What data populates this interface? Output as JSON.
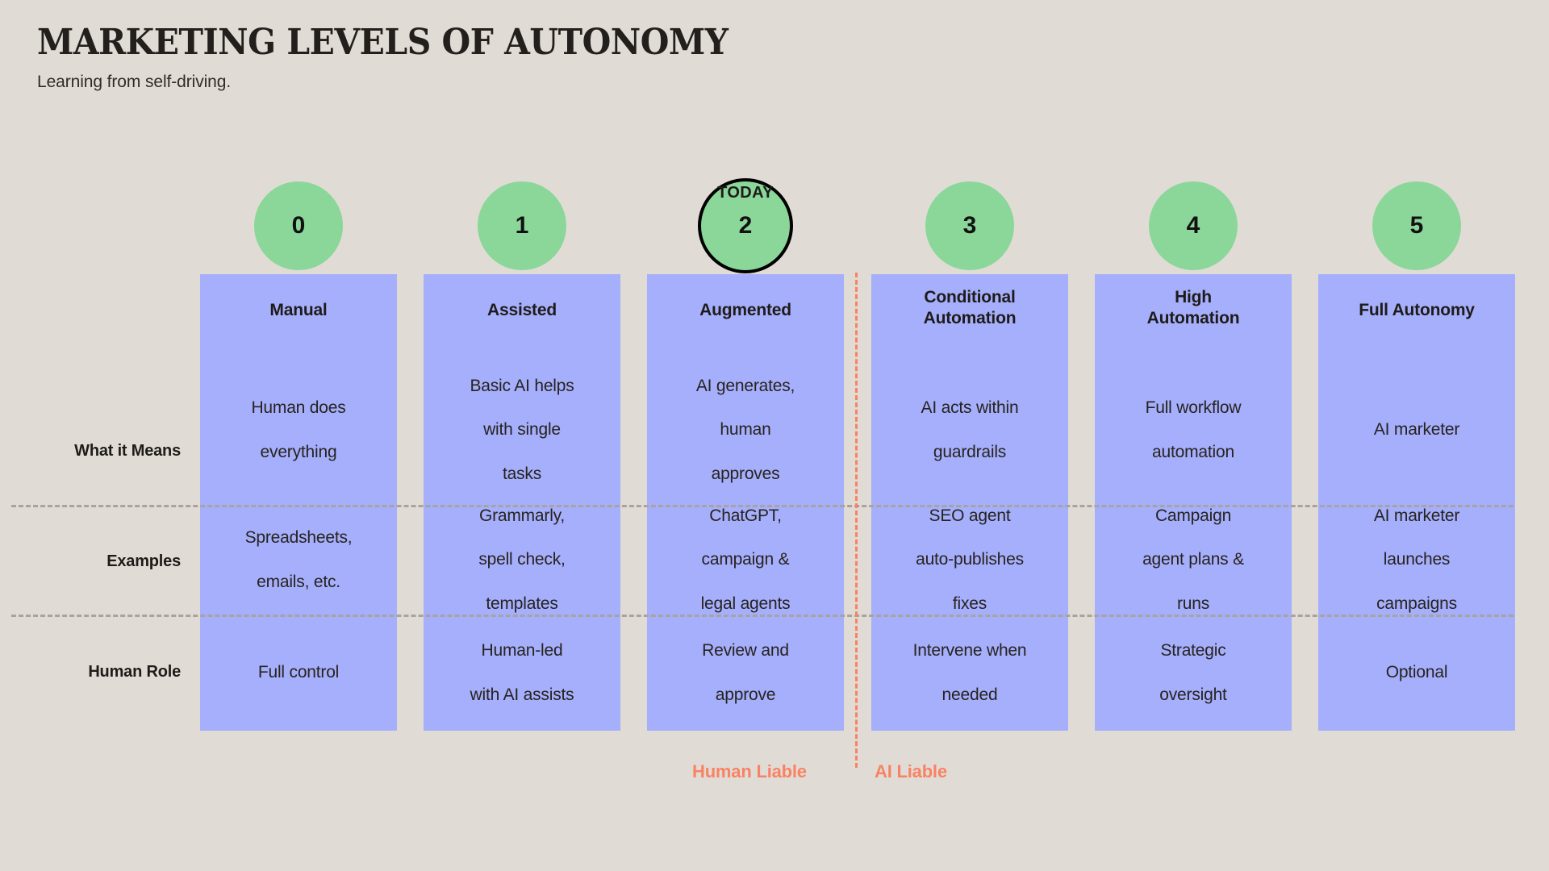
{
  "header": {
    "title": "MARKETING LEVELS OF AUTONOMY",
    "subtitle": "Learning from self-driving."
  },
  "today_marker": {
    "label": "TODAY",
    "level": "2"
  },
  "row_labels": {
    "means": "What it Means",
    "examples": "Examples",
    "role": "Human Role"
  },
  "liability": {
    "human": "Human Liable",
    "ai": "AI Liable"
  },
  "colors": {
    "background": "#E0DCD5",
    "column": "#A5AFFB",
    "circle": "#8BD79A",
    "accent": "#FA8264",
    "text": "#1e1b19",
    "divider": "#a8a49d"
  },
  "chart_data": {
    "type": "table",
    "title": "MARKETING LEVELS OF AUTONOMY",
    "subtitle": "Learning from self-driving.",
    "row_headers": [
      "What it Means",
      "Examples",
      "Human Role"
    ],
    "categories": [
      "0",
      "1",
      "2",
      "3",
      "4",
      "5"
    ],
    "column_names": [
      "Manual",
      "Assisted",
      "Augmented",
      "Conditional Automation",
      "High Automation",
      "Full Autonomy"
    ],
    "annotations": [
      "TODAY (level 2)",
      "Human Liable (levels 0-2)",
      "AI Liable (levels 3-5)"
    ],
    "columns": [
      {
        "level": "0",
        "name": "Manual",
        "name_lines": [
          "Manual"
        ],
        "means": [
          "Human does",
          "everything"
        ],
        "examples": [
          "Spreadsheets,",
          "emails, etc."
        ],
        "role": [
          "Full control"
        ],
        "liability": "Human Liable",
        "today": false
      },
      {
        "level": "1",
        "name": "Assisted",
        "name_lines": [
          "Assisted"
        ],
        "means": [
          "Basic AI helps",
          "with single",
          "tasks"
        ],
        "examples": [
          "Grammarly,",
          "spell check,",
          "templates"
        ],
        "role": [
          "Human-led",
          "with AI assists"
        ],
        "liability": "Human Liable",
        "today": false
      },
      {
        "level": "2",
        "name": "Augmented",
        "name_lines": [
          "Augmented"
        ],
        "means": [
          "AI generates,",
          "human",
          "approves"
        ],
        "examples": [
          "ChatGPT,",
          "campaign &",
          "legal agents"
        ],
        "role": [
          "Review and",
          "approve"
        ],
        "liability": "Human Liable",
        "today": true
      },
      {
        "level": "3",
        "name": "Conditional Automation",
        "name_lines": [
          "Conditional",
          "Automation"
        ],
        "means": [
          "AI acts within",
          "guardrails"
        ],
        "examples": [
          "SEO agent",
          "auto-publishes",
          "fixes"
        ],
        "role": [
          "Intervene when",
          "needed"
        ],
        "liability": "AI Liable",
        "today": false
      },
      {
        "level": "4",
        "name": "High Automation",
        "name_lines": [
          "High",
          "Automation"
        ],
        "means": [
          "Full workflow",
          "automation"
        ],
        "examples": [
          "Campaign",
          "agent plans &",
          "runs"
        ],
        "role": [
          "Strategic",
          "oversight"
        ],
        "liability": "AI Liable",
        "today": false
      },
      {
        "level": "5",
        "name": "Full Autonomy",
        "name_lines": [
          "Full Autonomy"
        ],
        "means": [
          "AI marketer"
        ],
        "examples": [
          "AI marketer",
          "launches",
          "campaigns"
        ],
        "role": [
          "Optional"
        ],
        "liability": "AI Liable",
        "today": false
      }
    ]
  }
}
